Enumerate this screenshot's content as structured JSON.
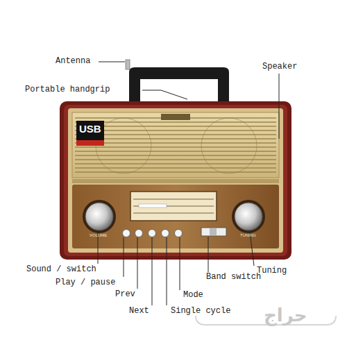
{
  "diagram": {
    "labels": [
      "Antenna",
      "Portable handgrip",
      "Speaker",
      "USB",
      "VOLUME",
      "TUNING",
      "Sound / switch",
      "Play / pause",
      "Prev",
      "Next",
      "Single cycle",
      "Mode",
      "Band switch",
      "Tuning",
      "حراج"
    ]
  }
}
